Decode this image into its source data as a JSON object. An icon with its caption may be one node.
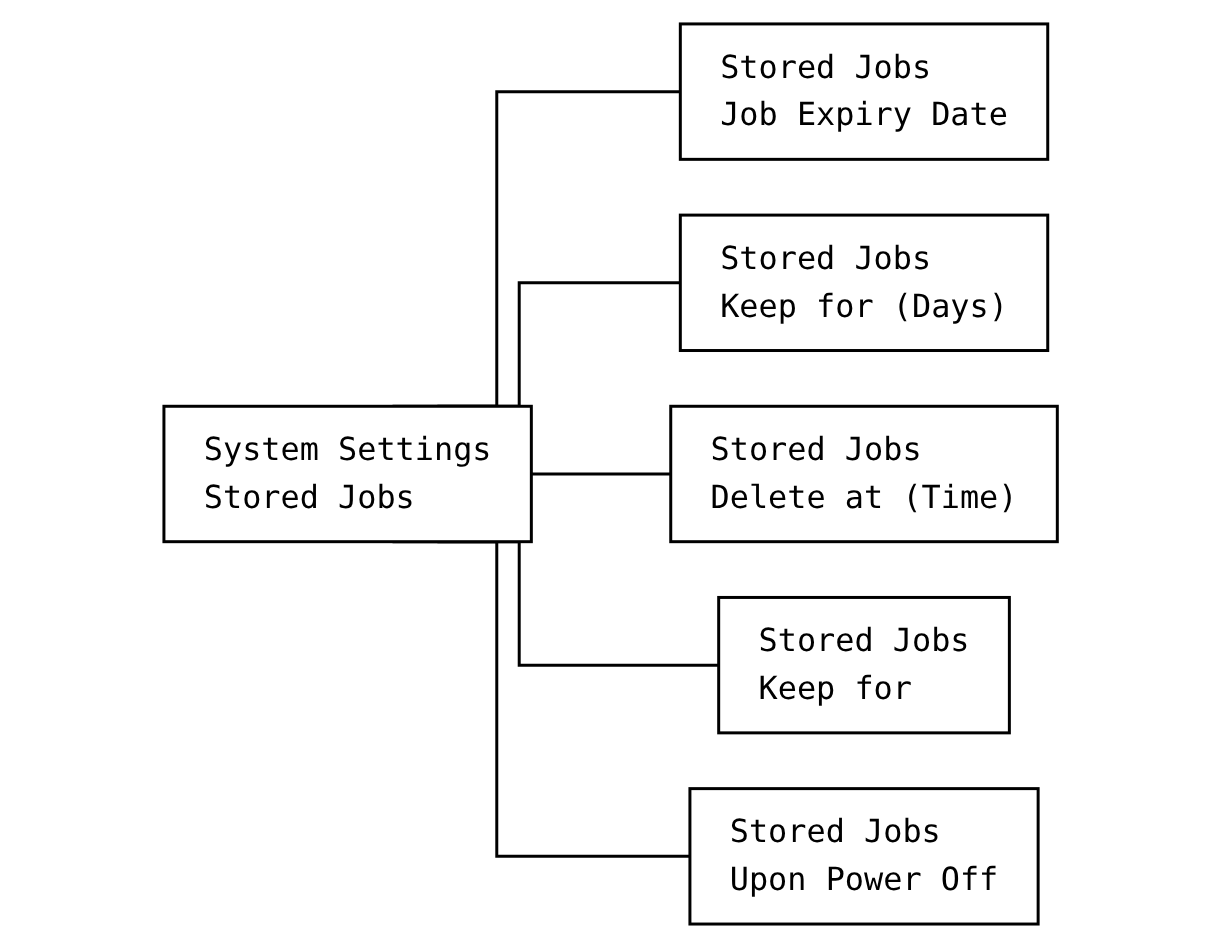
{
  "diagram": {
    "nodes": [
      {
        "text": [
          "System Settings",
          "Stored Jobs"
        ]
      },
      {
        "text": [
          "Stored Jobs",
          "Job Expiry Date"
        ]
      },
      {
        "text": [
          "Stored Jobs",
          "Keep for (Days)"
        ]
      },
      {
        "text": [
          "Stored Jobs",
          "Delete at (Time)"
        ]
      },
      {
        "text": [
          "Stored Jobs",
          "Keep for"
        ]
      },
      {
        "text": [
          "Stored Jobs",
          "Upon Power Off"
        ]
      }
    ],
    "edges": [
      {
        "from": 0,
        "to": 1,
        "arrow": "none"
      },
      {
        "from": 0,
        "to": 2,
        "arrow": "none"
      },
      {
        "from": 0,
        "to": 3,
        "arrow": "none"
      },
      {
        "from": 0,
        "to": 4,
        "arrow": "none"
      },
      {
        "from": 0,
        "to": 5,
        "arrow": "none"
      }
    ]
  }
}
